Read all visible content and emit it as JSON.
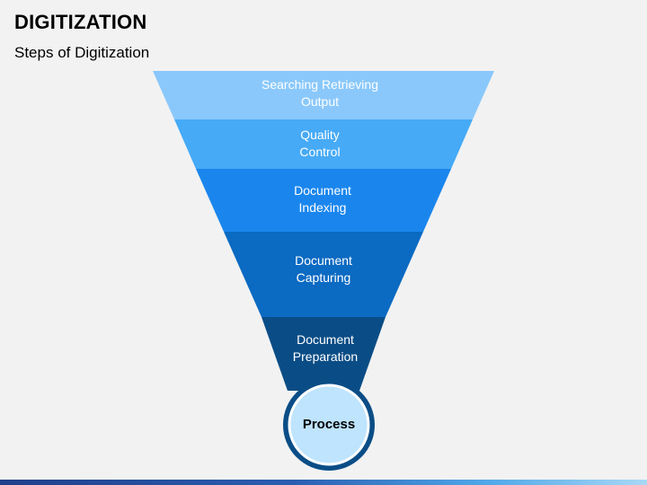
{
  "slide": {
    "title": "DIGITIZATION",
    "subtitle": "Steps of Digitization"
  },
  "funnel": {
    "levels": [
      {
        "lines": [
          "Searching Retrieving",
          "Output"
        ],
        "color": "#8ac8fb"
      },
      {
        "lines": [
          "Quality",
          "Control"
        ],
        "color": "#46aaf6"
      },
      {
        "lines": [
          "Document",
          "Indexing"
        ],
        "color": "#1a86ed"
      },
      {
        "lines": [
          "Document",
          "Capturing"
        ],
        "color": "#0b6ac2"
      },
      {
        "lines": [
          "Document",
          "Preparation"
        ],
        "color": "#0a4d86"
      }
    ],
    "process_label": "Process",
    "process_fill": "#bfe4fd",
    "process_ring": "#0a4d86"
  }
}
